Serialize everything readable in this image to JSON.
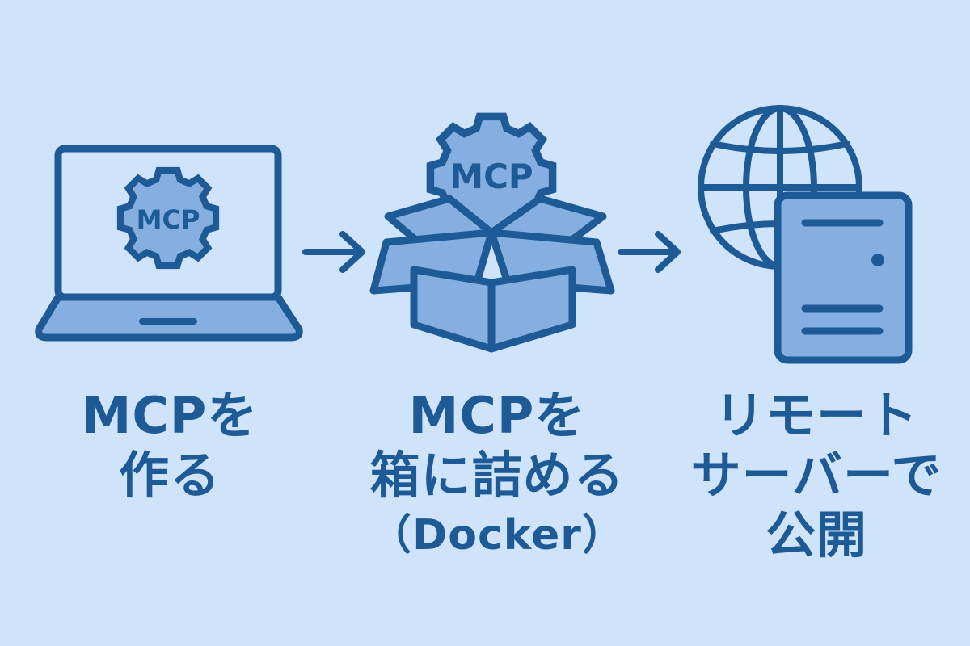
{
  "steps": [
    {
      "icon": "laptop-icon",
      "badge": "MCP",
      "line1": "MCPを",
      "line2": "作る"
    },
    {
      "icon": "box-icon",
      "badge": "MCP",
      "line1": "MCPを",
      "line2": "箱に詰める",
      "line3": "（Docker）"
    },
    {
      "icon": "globe-server-icon",
      "line1": "リモート",
      "line2": "サーバーで",
      "line3": "公開"
    }
  ],
  "colors": {
    "background": "#cfe4fa",
    "stroke": "#1d5a96",
    "fill": "#84afe0"
  }
}
